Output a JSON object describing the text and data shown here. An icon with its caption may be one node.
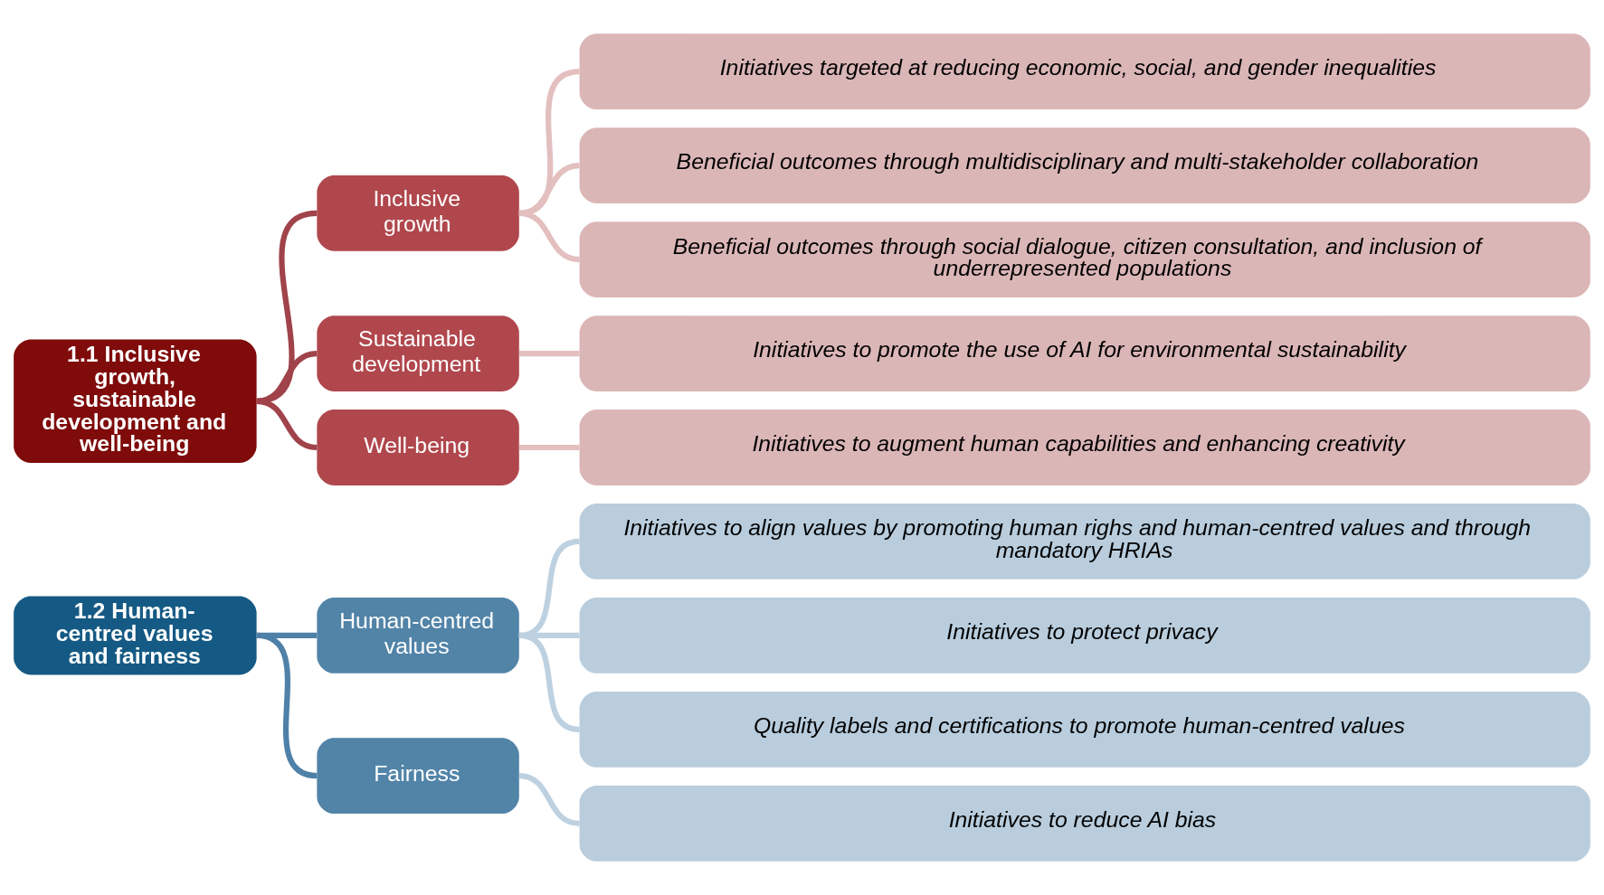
{
  "diagram": {
    "nodes": [
      {
        "text": [
          "1.1 Inclusive growth, sustainable development and well-being"
        ]
      },
      {
        "text": [
          "Inclusive growth"
        ]
      },
      {
        "text": [
          "Sustainable development"
        ]
      },
      {
        "text": [
          "Well-being"
        ]
      },
      {
        "text": [
          "Initiatives targeted at reducing economic, social, and gender inequalities"
        ]
      },
      {
        "text": [
          "Beneficial outcomes through multidisciplinary and multi-stakeholder collaboration"
        ]
      },
      {
        "text": [
          "Beneficial outcomes through social dialogue, citizen consultation, and inclusion of underrepresented populations"
        ]
      },
      {
        "text": [
          "Initiatives to promote the use of AI for environmental sustainability"
        ]
      },
      {
        "text": [
          "Initiatives to augment human capabilities and enhancing creativity"
        ]
      },
      {
        "text": [
          "1.2 Human-centred values and fairness"
        ]
      },
      {
        "text": [
          "Human-centred values"
        ]
      },
      {
        "text": [
          "Fairness"
        ]
      },
      {
        "text": [
          "Initiatives to align values by promoting human righs and human-centred values and through mandatory HRIAs"
        ]
      },
      {
        "text": [
          "Initiatives to protect privacy"
        ]
      },
      {
        "text": [
          "Quality labels and certifications to promote human-centred values"
        ]
      },
      {
        "text": [
          "Initiatives to reduce AI bias"
        ]
      }
    ],
    "edges": [
      {
        "from": 0,
        "to": 1,
        "arrow": "none",
        "color": "#a0434a"
      },
      {
        "from": 0,
        "to": 2,
        "arrow": "none",
        "color": "#a0434a"
      },
      {
        "from": 0,
        "to": 3,
        "arrow": "none",
        "color": "#a0434a"
      },
      {
        "from": 1,
        "to": 4,
        "arrow": "none",
        "color": "#e3bfc0"
      },
      {
        "from": 1,
        "to": 5,
        "arrow": "none",
        "color": "#e3bfc0"
      },
      {
        "from": 1,
        "to": 6,
        "arrow": "none",
        "color": "#e3bfc0"
      },
      {
        "from": 2,
        "to": 7,
        "arrow": "none",
        "color": "#e3bfc0"
      },
      {
        "from": 3,
        "to": 8,
        "arrow": "none",
        "color": "#e3bfc0"
      },
      {
        "from": 9,
        "to": 10,
        "arrow": "none",
        "color": "#4f81a8"
      },
      {
        "from": 9,
        "to": 11,
        "arrow": "none",
        "color": "#4f81a8"
      },
      {
        "from": 10,
        "to": 12,
        "arrow": "none",
        "color": "#bdd1e1"
      },
      {
        "from": 10,
        "to": 13,
        "arrow": "none",
        "color": "#bdd1e1"
      },
      {
        "from": 10,
        "to": 14,
        "arrow": "none",
        "color": "#bdd1e1"
      },
      {
        "from": 11,
        "to": 15,
        "arrow": "none",
        "color": "#bdd1e1"
      }
    ]
  }
}
